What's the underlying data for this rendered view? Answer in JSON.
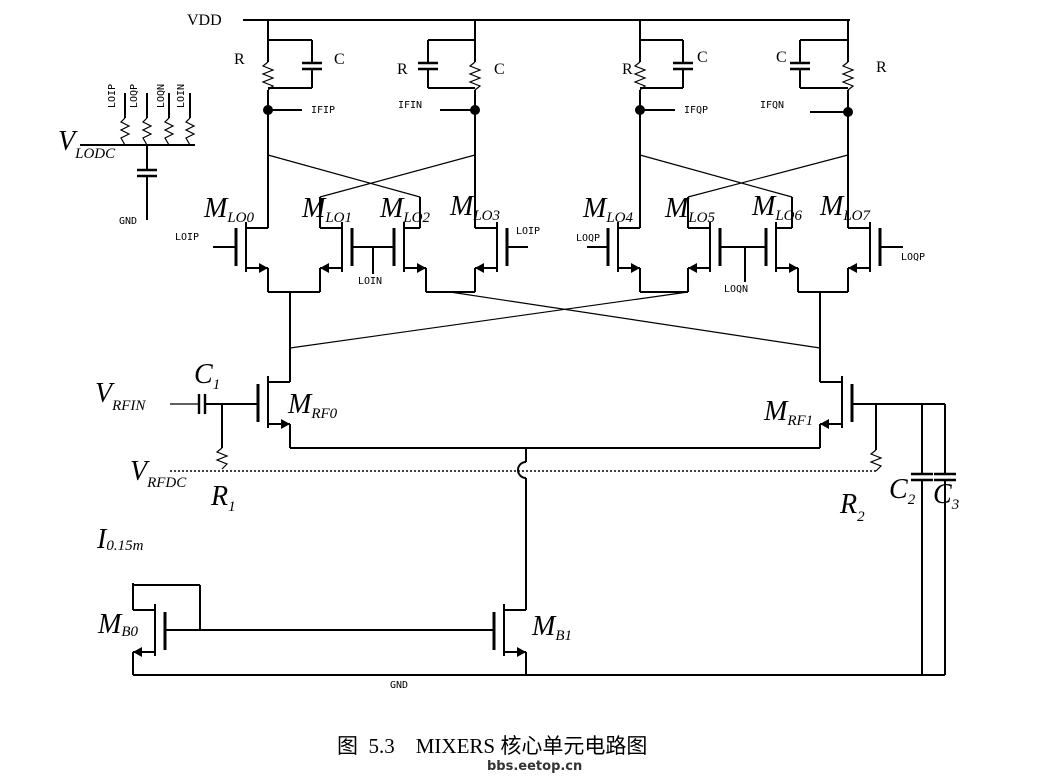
{
  "supply": {
    "vdd": "VDD",
    "gnd": "GND"
  },
  "passives": {
    "r": "R",
    "c": "C",
    "c1": "C",
    "c1_sub": "1",
    "c2": "C",
    "c2_sub": "2",
    "c3": "C",
    "c3_sub": "3",
    "r1": "R",
    "r1_sub": "1",
    "r2": "R",
    "r2_sub": "2"
  },
  "outputs": {
    "ifip": "IFIP",
    "ifin": "IFIN",
    "ifqp": "IFQP",
    "ifqn": "IFQN"
  },
  "lo_signals": {
    "loip": "LOIP",
    "loin": "LOIN",
    "loqp": "LOQP",
    "loqn": "LOQN"
  },
  "lo_bias_inputs": [
    "LOIP",
    "LOQP",
    "LOQN",
    "LOIN"
  ],
  "transistors": {
    "m": "M",
    "lo_sub": "LO",
    "lo_nums": [
      "0",
      "1",
      "2",
      "3",
      "4",
      "5",
      "6",
      "7"
    ],
    "rf_sub": "RF",
    "rf0_num": "0",
    "rf1_num": "1",
    "b_sub": "B",
    "b0_num": "0",
    "b1_num": "1"
  },
  "bias": {
    "vlodc": "V",
    "vlodc_sub": "LODC",
    "vrfin": "V",
    "vrfin_sub": "RFIN",
    "vrfdc": "V",
    "vrfdc_sub": "RFDC",
    "iref": "I",
    "iref_sub": "0.15m"
  },
  "caption": "图  5.3    MIXERS 核心单元电路图",
  "watermark": "bbs.eetop.cn"
}
